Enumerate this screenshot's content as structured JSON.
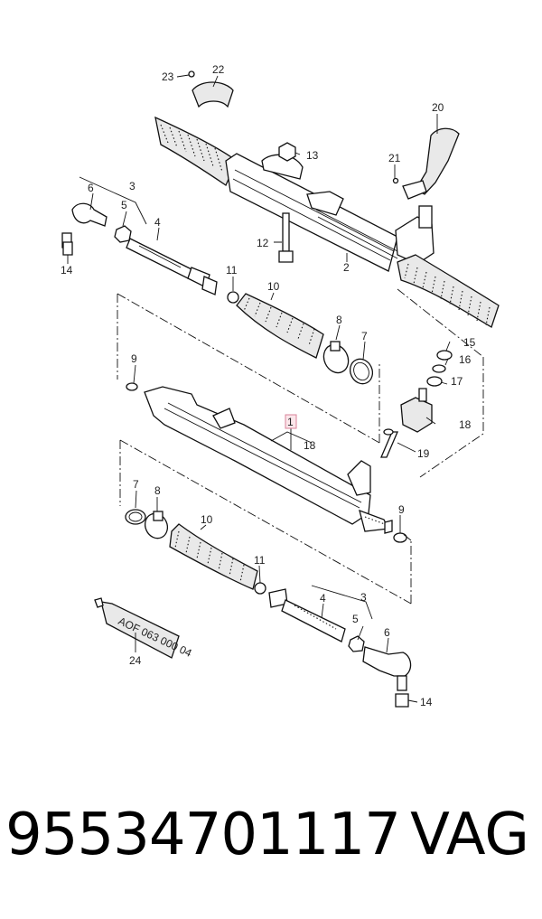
{
  "footer": {
    "part_number": "95534701117",
    "brand": "VAG"
  },
  "diagram": {
    "callouts": [
      "1",
      "2",
      "3",
      "4",
      "5",
      "6",
      "7",
      "8",
      "9",
      "10",
      "11",
      "12",
      "13",
      "14",
      "15",
      "16",
      "17",
      "18",
      "19",
      "20",
      "21",
      "22",
      "23",
      "24"
    ],
    "highlight_callout": "1",
    "tube_marking": "AOF 063 000 04",
    "labels": {
      "c23": "23",
      "c22": "22",
      "c20": "20",
      "c13": "13",
      "c21": "21",
      "c3a": "3",
      "c6a": "6",
      "c5a": "5",
      "c4a": "4",
      "c14a": "14",
      "c12": "12",
      "c2": "2",
      "c11a": "11",
      "c10a": "10",
      "c8a": "8",
      "c7a": "7",
      "c15": "15",
      "c16": "16",
      "c17": "17",
      "c9a": "9",
      "c1": "1",
      "c18a": "18",
      "c18b": "18",
      "c19": "19",
      "c7b": "7",
      "c8b": "8",
      "c10b": "10",
      "c9b": "9",
      "c11b": "11",
      "c4b": "4",
      "c3b": "3",
      "c5b": "5",
      "c6b": "6",
      "c14b": "14",
      "c24": "24"
    }
  }
}
